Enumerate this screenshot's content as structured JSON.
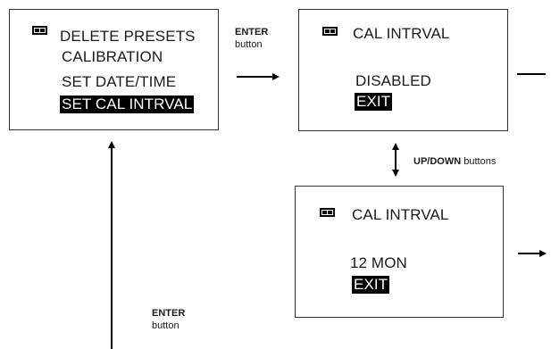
{
  "screens": {
    "menu": {
      "items": [
        "DELETE PRESETS",
        "CALIBRATION",
        "SET DATE/TIME",
        "SET CAL INTRVAL"
      ],
      "selected_index": 3
    },
    "cal_disabled": {
      "title": "CAL INTRVAL",
      "value": "DISABLED",
      "exit": "EXIT"
    },
    "cal_12mon": {
      "title": "CAL INTRVAL",
      "value": "12 MON",
      "exit": "EXIT"
    }
  },
  "labels": {
    "enter_top_bold": "ENTER",
    "enter_top_rest": "button",
    "updown_bold": "UP/DOWN",
    "updown_rest": "buttons",
    "enter_bottom_bold": "ENTER",
    "enter_bottom_rest": "button"
  },
  "icons": {
    "battery": "battery-icon"
  }
}
